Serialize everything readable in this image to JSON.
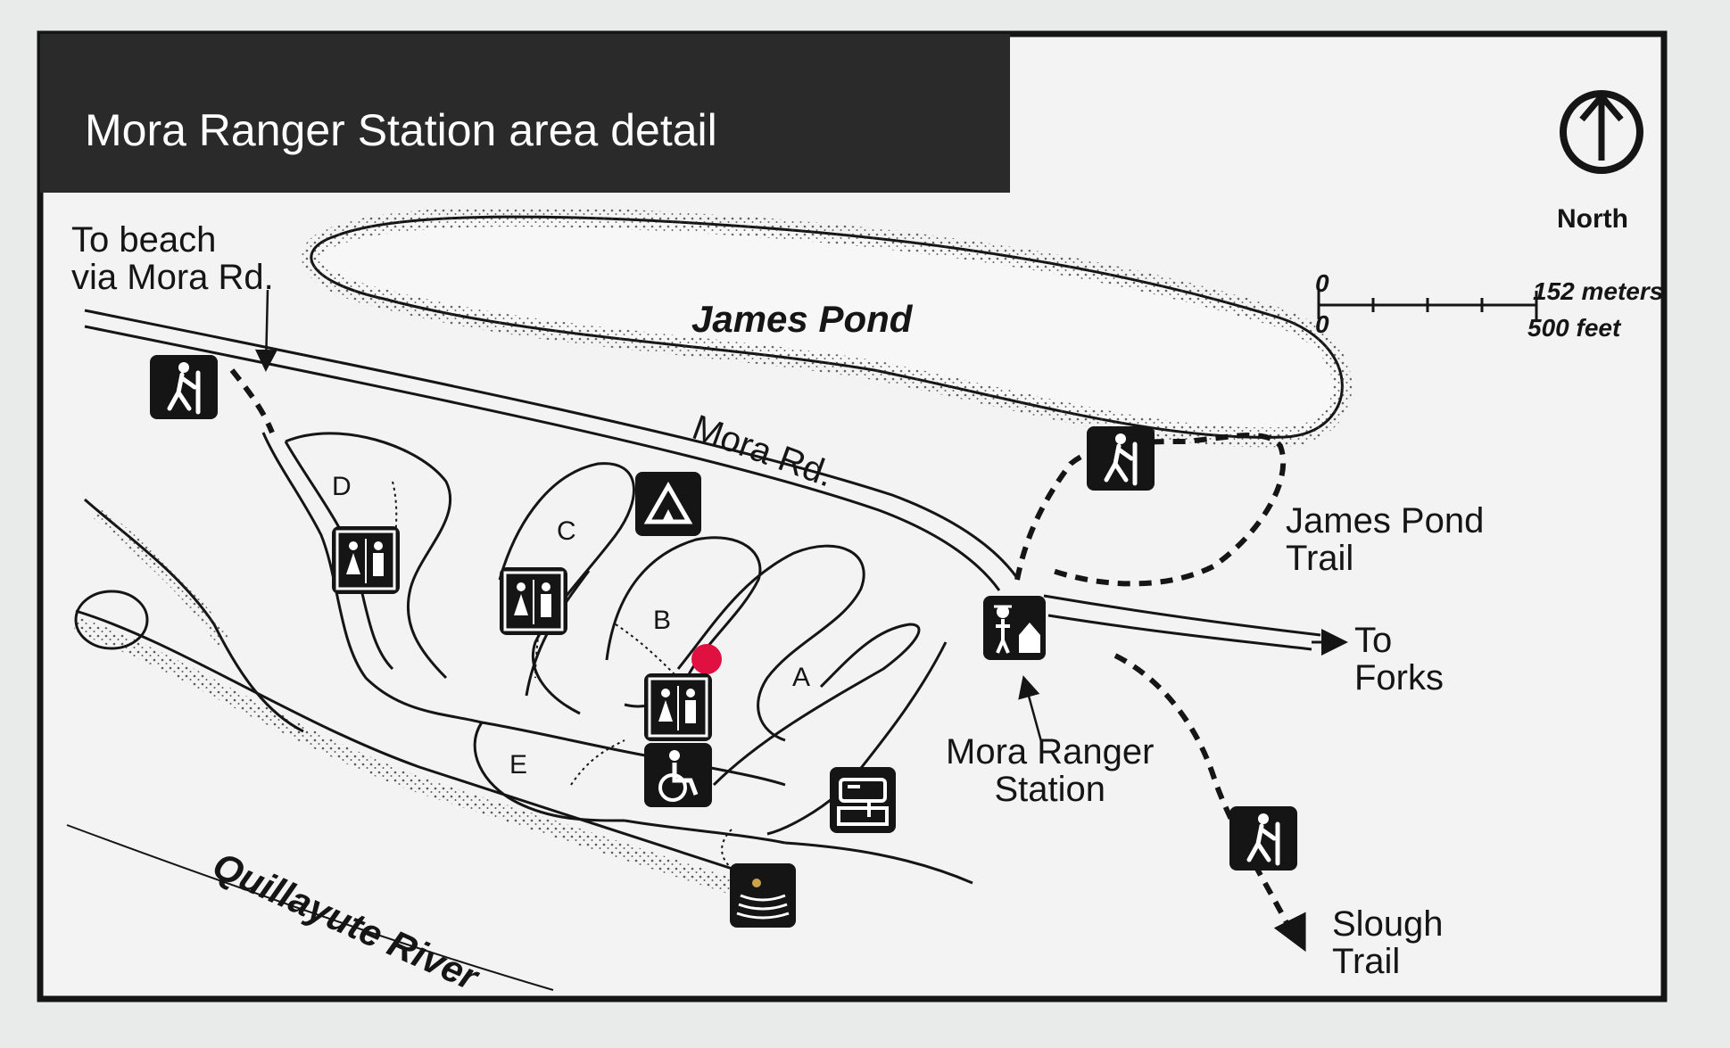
{
  "title": "Mora Ranger Station area detail",
  "compass": {
    "label": "North",
    "icon": "north-arrow-icon"
  },
  "scale_bar": {
    "metric_zero": "0",
    "metric_end": "152 meters",
    "imperial_zero": "0",
    "imperial_end": "500 feet"
  },
  "water_features": {
    "pond": "James Pond",
    "river": "Quillayute River"
  },
  "roads": {
    "main": "Mora Rd."
  },
  "directions": {
    "beach_line1": "To beach",
    "beach_line2": "via Mora Rd.",
    "forks_line1": "To",
    "forks_line2": "Forks"
  },
  "trails": {
    "james_pond_line1": "James Pond",
    "james_pond_line2": "Trail",
    "slough_line1": "Slough",
    "slough_line2": "Trail"
  },
  "ranger_station": {
    "line1": "Mora Ranger",
    "line2": "Station"
  },
  "campground_loops": [
    "A",
    "B",
    "C",
    "D",
    "E"
  ],
  "icons": [
    "hiker-icon",
    "tent-icon",
    "restroom-icon",
    "wheelchair-accessible-icon",
    "rv-dump-station-icon",
    "amphitheater-icon",
    "ranger-icon"
  ],
  "colors": {
    "title_bar": "#2a2a2a",
    "map_background": "#f2f2f2",
    "ink": "#151515",
    "marker": "#e01040"
  }
}
